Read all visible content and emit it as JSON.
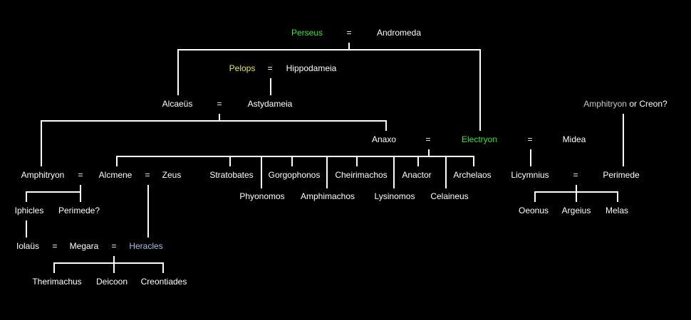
{
  "diagram": {
    "type": "family-tree",
    "colors": {
      "background": "#000000",
      "lines": "#ffffff",
      "default_text": "#ffffff",
      "perseus_line": "#33e633",
      "pelops": "#e6e65a",
      "heracles": "#a8bfe8",
      "uncertain": "#c8c8c8"
    },
    "marriage_symbol": "=",
    "nodes": {
      "perseus": "Perseus",
      "andromeda": "Andromeda",
      "pelops": "Pelops",
      "hippodameia": "Hippodameia",
      "alcaeus": "Alcaeüs",
      "astydameia": "Astydameia",
      "anaxo": "Anaxo",
      "electryon": "Electryon",
      "midea": "Midea",
      "amphitryon_or_creon_a": "Amphitryon",
      "amphitryon_or_creon_b": "or Creon?",
      "amphitryon": "Amphitryon",
      "alcmene": "Alcmene",
      "zeus": "Zeus",
      "stratobates": "Stratobates",
      "gorgophonos": "Gorgophonos",
      "cheirimachos": "Cheirimachos",
      "anactor": "Anactor",
      "archelaos": "Archelaos",
      "phyonomos": "Phyonomos",
      "amphimachos": "Amphimachos",
      "lysinomos": "Lysinomos",
      "celaineus": "Celaineus",
      "licymnius": "Licymnius",
      "perimede": "Perimede",
      "oeonus": "Oeonus",
      "argeius": "Argeius",
      "melas": "Melas",
      "iphicles": "Iphicles",
      "perimede_q": "Perimede?",
      "iolaus": "Iolaüs",
      "megara": "Megara",
      "heracles": "Heracles",
      "therimachus": "Therimachus",
      "deicoon": "Deicoon",
      "creontiades": "Creontiades"
    }
  }
}
